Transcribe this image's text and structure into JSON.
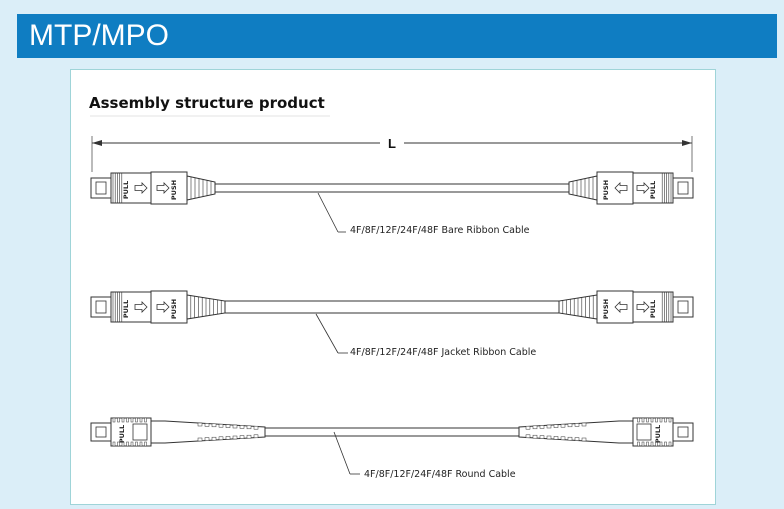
{
  "header": {
    "title": "MTP/MPO"
  },
  "panel": {
    "title": "Assembly structure product"
  },
  "dimension": {
    "label": "L"
  },
  "connector": {
    "pull": "PULL",
    "push": "PUSH"
  },
  "cables": [
    {
      "label": "4F/8F/12F/24F/48F Bare Ribbon Cable"
    },
    {
      "label": "4F/8F/12F/24F/48F Jacket Ribbon Cable"
    },
    {
      "label": "4F/8F/12F/24F/48F  Round Cable"
    }
  ],
  "colors": {
    "header": "#0f7dc2",
    "page": "#dbeef8",
    "panel_border": "#9fd4d8"
  }
}
